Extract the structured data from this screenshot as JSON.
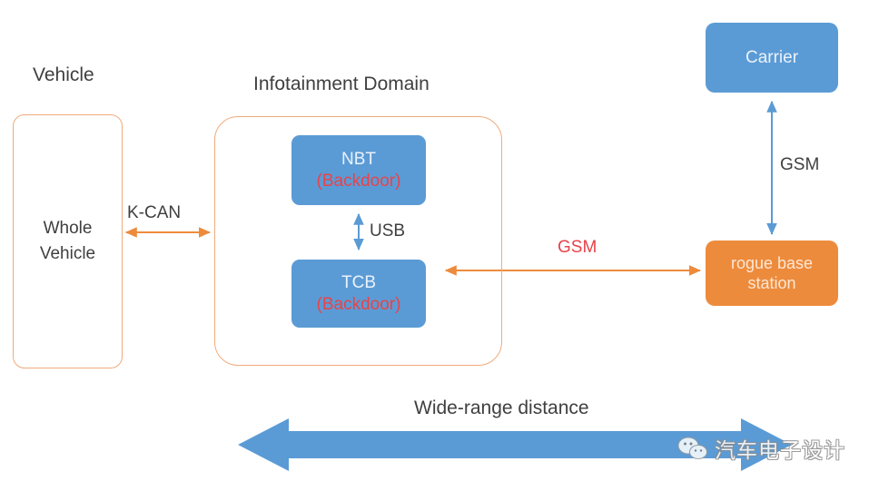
{
  "diagram": {
    "title_vehicle": "Vehicle",
    "title_infotainment": "Infotainment Domain",
    "vehicle_inner": "Whole\nVehicle",
    "bottom_label": "Wide-range distance"
  },
  "nodes": {
    "nbt": {
      "name": "NBT",
      "annotation": "(Backdoor)",
      "color": "#5b9bd5"
    },
    "tcb": {
      "name": "TCB",
      "annotation": "(Backdoor)",
      "color": "#5b9bd5"
    },
    "carrier": {
      "name": "Carrier",
      "color": "#5b9bd5"
    },
    "rogue": {
      "line1": "rogue base",
      "line2": "station",
      "color": "#ed8b3c"
    }
  },
  "connections": {
    "kcan": {
      "label": "K-CAN",
      "color": "#ed8b3c"
    },
    "usb": {
      "label": "USB",
      "color": "#5b9bd5"
    },
    "gsm_attack": {
      "label": "GSM",
      "color": "#ed8b3c",
      "label_color": "#e8434a"
    },
    "gsm_carrier": {
      "label": "GSM",
      "color": "#5b9bd5",
      "label_color": "#3f3f3f"
    },
    "wide_range": {
      "label": "Wide-range distance",
      "color": "#5b9bd5"
    }
  },
  "watermark": {
    "icon": "wechat-icon",
    "text": "汽车电子设计"
  }
}
